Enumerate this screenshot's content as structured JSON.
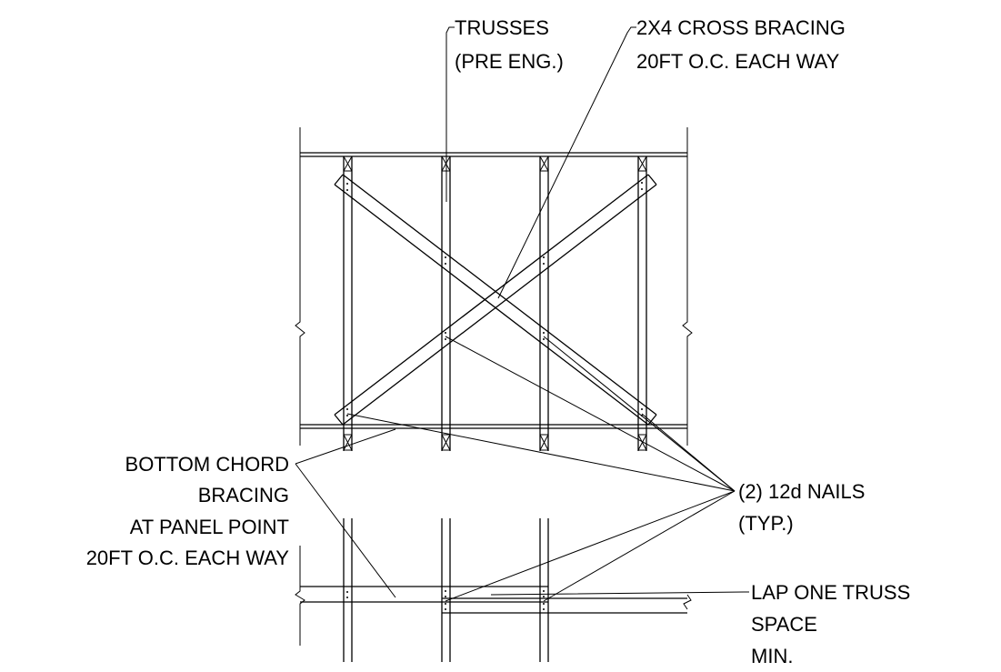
{
  "labels": {
    "trusses": [
      "TRUSSES",
      "(PRE ENG.)"
    ],
    "cross_bracing": [
      "2X4 CROSS BRACING",
      "20FT O.C. EACH WAY"
    ],
    "bottom_chord": [
      "BOTTOM  CHORD",
      "BRACING",
      "AT PANEL POINT",
      "20FT O.C. EACH WAY"
    ],
    "nails": [
      "(2) 12d NAILS",
      "(TYP.)"
    ],
    "lap": [
      "LAP ONE TRUSS",
      "SPACE",
      "MIN."
    ]
  },
  "colors": {
    "line": "#000000",
    "background": "#ffffff"
  }
}
